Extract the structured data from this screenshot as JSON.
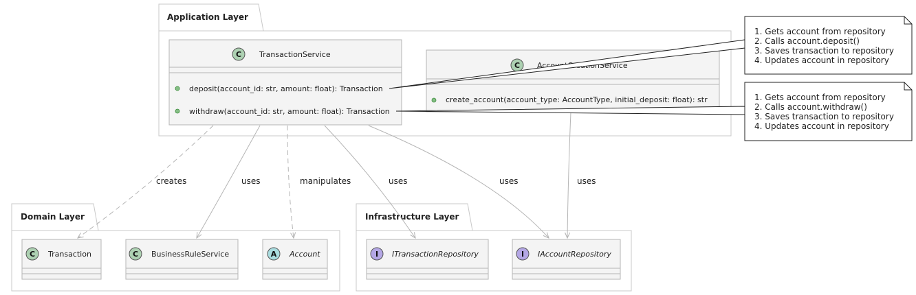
{
  "packages": {
    "application": "Application Layer",
    "domain": "Domain Layer",
    "infrastructure": "Infrastructure Layer"
  },
  "classes": {
    "transaction_service": {
      "name": "TransactionService",
      "stereotype": "C",
      "methods": [
        "deposit(account_id: str, amount: float): Transaction",
        "withdraw(account_id: str, amount: float): Transaction"
      ]
    },
    "account_creation_service": {
      "name": "AccountCreationService",
      "stereotype": "C",
      "methods": [
        "create_account(account_type: AccountType, initial_deposit: float): str"
      ]
    },
    "transaction": {
      "name": "Transaction",
      "stereotype": "C"
    },
    "business_rule_service": {
      "name": "BusinessRuleService",
      "stereotype": "C"
    },
    "account": {
      "name": "Account",
      "stereotype": "A"
    },
    "itransaction_repository": {
      "name": "ITransactionRepository",
      "stereotype": "I"
    },
    "iaccount_repository": {
      "name": "IAccountRepository",
      "stereotype": "I"
    }
  },
  "edges": {
    "creates": "creates",
    "uses_business": "uses",
    "manipulates": "manipulates",
    "uses_tx_repo": "uses",
    "uses_acc_repo": "uses",
    "uses_acc_repo_creation": "uses"
  },
  "notes": {
    "deposit": [
      "1. Gets account from repository",
      "2. Calls account.deposit()",
      "3. Saves transaction to repository",
      "4. Updates account in repository"
    ],
    "withdraw": [
      "1. Gets account from repository",
      "2. Calls account.withdraw()",
      "3. Saves transaction to repository",
      "4. Updates account in repository"
    ]
  },
  "colors": {
    "class_fill": "#f4f4f4",
    "class_stereotype_c": "#add1b2",
    "class_stereotype_a": "#a9dcdf",
    "class_stereotype_i": "#b4a7e5",
    "edge": "#b5b5b5",
    "method_dot": "#84be84"
  }
}
